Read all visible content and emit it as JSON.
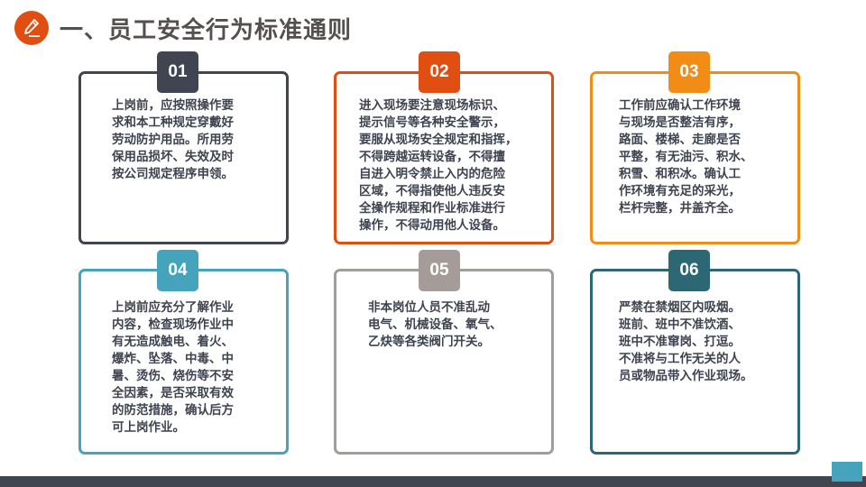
{
  "header": {
    "icon": "pencil-icon",
    "title": "一、员工安全行为标准通则",
    "icon_color": "#e04e12",
    "title_color": "#55504d"
  },
  "cards": [
    {
      "number": "01",
      "color": "#414552",
      "text": "上岗前，应按照操作要\n求和本工种规定穿戴好\n劳动防护用品。所用劳\n保用品损坏、失效及时\n按公司规定程序申领。"
    },
    {
      "number": "02",
      "color": "#e04e12",
      "text": "进入现场要注意现场标识、\n提示信号等各种安全警示，\n要服从现场安全规定和指挥，\n不得跨越运转设备，不得擅\n自进入明令禁止入内的危险\n区域，不得指使他人违反安\n全操作规程和作业标准进行\n操作，不得动用他人设备。"
    },
    {
      "number": "03",
      "color": "#f18d17",
      "text": "工作前应确认工作环境\n与现场是否整洁有序，\n路面、楼梯、走廊是否\n平整，有无油污、积水、\n积雪、和积冰。确认工\n作环境有充足的采光，\n栏杆完整，井盖齐全。"
    },
    {
      "number": "04",
      "color": "#45a3bb",
      "text": "上岗前应充分了解作业\n内容，检查现场作业中\n有无造成触电、着火、\n爆炸、坠落、中毒、中\n暑、烫伤、烧伤等不安\n全因素，是否采取有效\n的防范措施，确认后方\n可上岗作业。"
    },
    {
      "number": "05",
      "color": "#a59c9a",
      "text": "非本岗位人员不准乱动\n电气、机械设备、氧气、\n乙炔等各类阀门开关。"
    },
    {
      "number": "06",
      "color": "#2c6874",
      "text": "严禁在禁烟区内吸烟。\n班前、班中不准饮酒、\n班中不准窜岗、打逗。\n不准将与工作无关的人\n员或物品带入作业现场。"
    }
  ],
  "footer": {
    "bar_color": "#414552",
    "corner_color": "#45a3bb"
  }
}
